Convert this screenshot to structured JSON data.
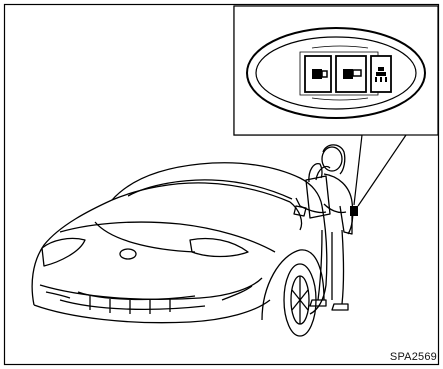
{
  "figure": {
    "code": "SPA2569",
    "inset": {
      "buttons": [
        {
          "icon": "lock-icon"
        },
        {
          "icon": "unlock-icon"
        },
        {
          "icon": "panic-alarm-icon"
        }
      ]
    },
    "scene": {
      "vehicle": "sports-car",
      "person": "person-carrying-bags"
    }
  }
}
